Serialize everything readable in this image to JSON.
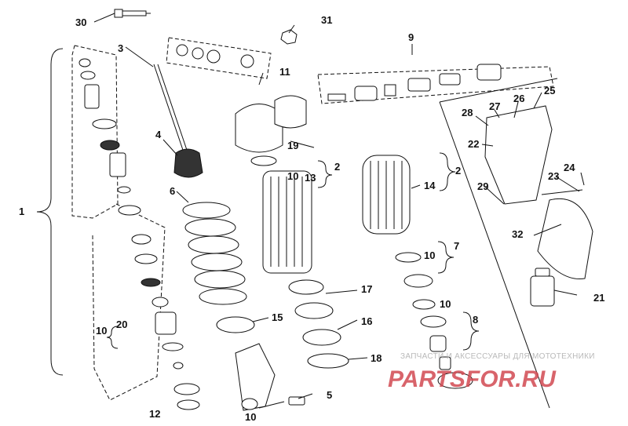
{
  "callouts": {
    "c30": "30",
    "c31": "31",
    "c3": "3",
    "c9": "9",
    "c11": "11",
    "c25": "25",
    "c26": "26",
    "c27": "27",
    "c28": "28",
    "c22": "22",
    "c4": "4",
    "c19": "19",
    "c2a": "2",
    "c13": "13",
    "c10a": "10",
    "c6": "6",
    "c14": "14",
    "c2b": "2",
    "c29": "29",
    "c23": "23",
    "c24": "24",
    "c1": "1",
    "c32": "32",
    "c7": "7",
    "c10b": "10",
    "c17": "17",
    "c21": "21",
    "c10c": "10",
    "c8": "8",
    "c15": "15",
    "c16": "16",
    "c20": "20",
    "c10d": "10",
    "c18": "18",
    "c5": "5",
    "c12": "12",
    "c10e": "10"
  },
  "watermark": {
    "tagline": "ЗАПЧАСТИ И АКСЕССУАРЫ ДЛЯ МОТОТЕХНИКИ",
    "logo": "PARTSFOR.RU"
  }
}
